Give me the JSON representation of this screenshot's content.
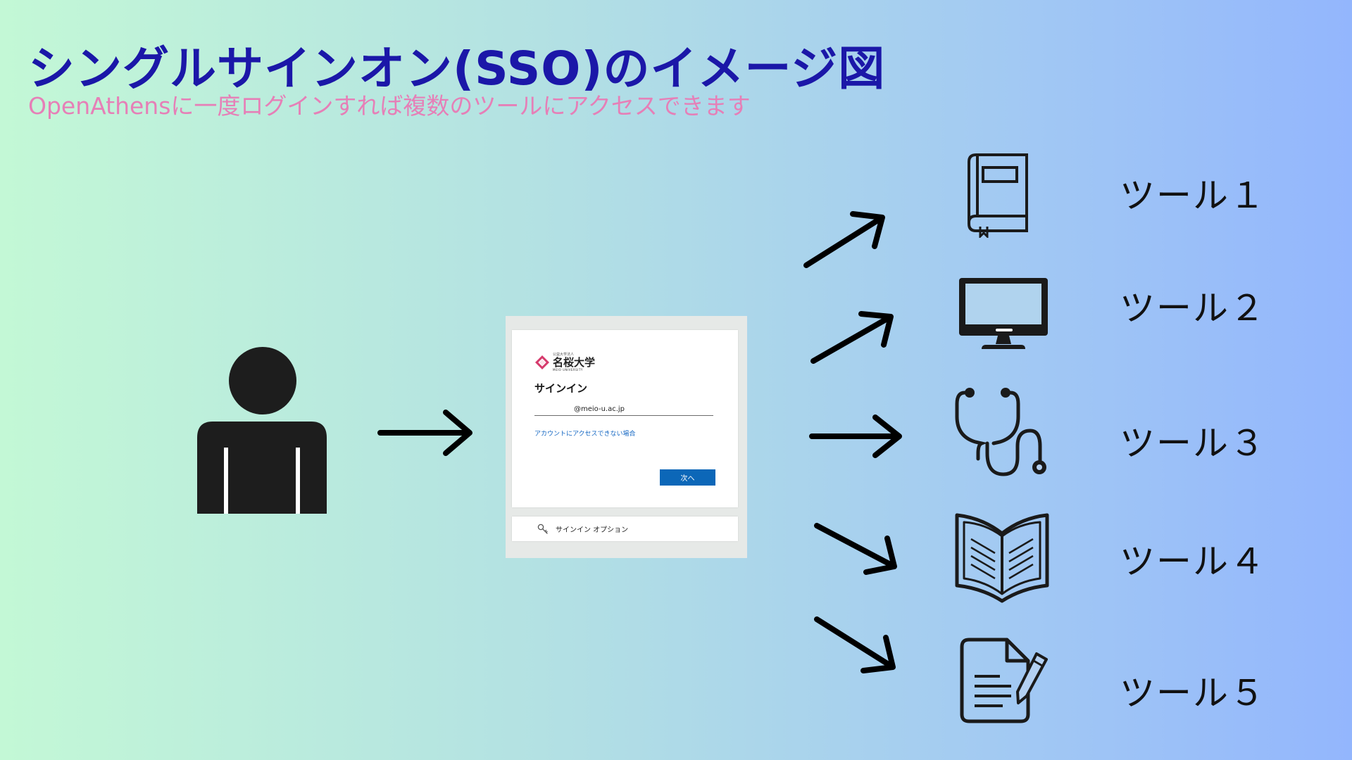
{
  "title": "シングルサインオン(SSO)のイメージ図",
  "subtitle": "OpenAthensに一度ログインすれば複数のツールにアクセスできます",
  "signin_card": {
    "logo_small": "公益大学法人",
    "logo_name": "名桜大学",
    "logo_en": "MEIO UNIVERSITY",
    "heading": "サインイン",
    "email_value": "@meio-u.ac.jp",
    "cant_access_link": "アカウントにアクセスできない場合",
    "next_button": "次へ",
    "options_label": "サインイン オプション"
  },
  "tools": [
    {
      "label": "ツール１",
      "icon": "closed-book-icon"
    },
    {
      "label": "ツール２",
      "icon": "computer-monitor-icon"
    },
    {
      "label": "ツール３",
      "icon": "stethoscope-icon"
    },
    {
      "label": "ツール４",
      "icon": "open-book-icon"
    },
    {
      "label": "ツール５",
      "icon": "document-pen-icon"
    }
  ],
  "colors": {
    "title": "#1b17a8",
    "subtitle": "#e67fb7",
    "icon": "#1a1a1a",
    "button": "#0c67b8",
    "link": "#1467c3"
  }
}
